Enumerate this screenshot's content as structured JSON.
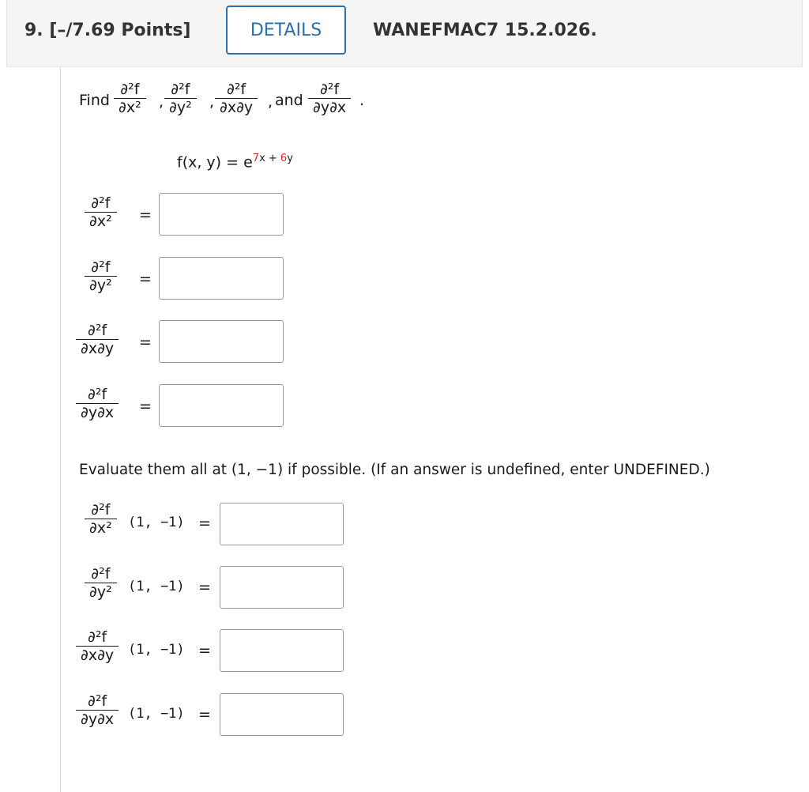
{
  "header": {
    "question_number": "9.",
    "points": "[–/7.69 Points]",
    "details_label": "DETAILS",
    "problem_code": "WANEFMAC7 15.2.026."
  },
  "prompt": {
    "find_word": "Find",
    "and_word": "and",
    "comma": ",",
    "period": "."
  },
  "function": {
    "lhs": "f(x, y) = e",
    "exp_a": "7",
    "exp_mid": "x + ",
    "exp_b": "6",
    "exp_end": "y"
  },
  "derivs": {
    "numerator": "∂²f",
    "xx_den": "∂x²",
    "yy_den": "∂y²",
    "xy_den": "∂x∂y",
    "yx_den": "∂y∂x"
  },
  "equals": "=",
  "evaluate_text": "Evaluate them all at (1, −1) if possible. (If an answer is undefined, enter UNDEFINED.)",
  "point_label": "(1, −1)",
  "answers": {
    "fxx": "",
    "fyy": "",
    "fxy": "",
    "fyx": "",
    "fxx_at": "",
    "fyy_at": "",
    "fxy_at": "",
    "fyx_at": ""
  }
}
